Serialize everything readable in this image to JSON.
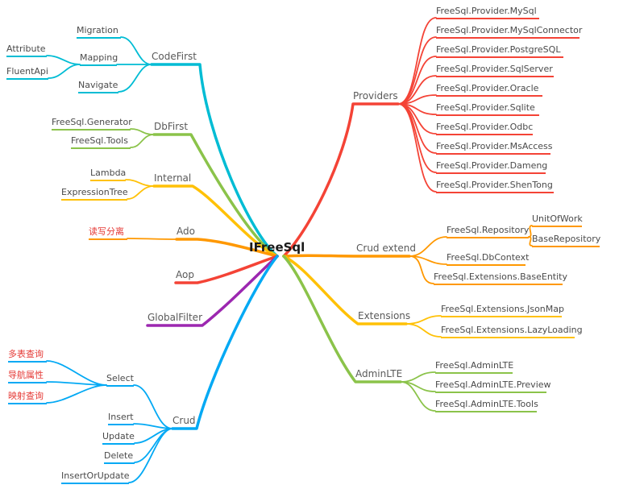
{
  "palette": {
    "cyan": "#00BCD4",
    "blue": "#03A9F4",
    "green": "#8BC34A",
    "yellow": "#FFC107",
    "orange": "#FF9800",
    "red": "#F44336",
    "purple": "#9C27B0",
    "text": "#4a4a4a",
    "topic_text": "#595959",
    "highlight_text": "#E53935"
  },
  "map": {
    "root": {
      "label": "IFreeSql"
    },
    "left": [
      {
        "label": "CodeFirst",
        "color": "#00BCD4",
        "children": [
          {
            "label": "Migration"
          },
          {
            "label": "Mapping",
            "children": [
              {
                "label": "Attribute"
              },
              {
                "label": "FluentApi"
              }
            ]
          },
          {
            "label": "Navigate"
          }
        ]
      },
      {
        "label": "DbFirst",
        "color": "#8BC34A",
        "children": [
          {
            "label": "FreeSql.Generator"
          },
          {
            "label": "FreeSql.Tools"
          }
        ]
      },
      {
        "label": "Internal",
        "color": "#FFC107",
        "children": [
          {
            "label": "Lambda"
          },
          {
            "label": "ExpressionTree"
          }
        ]
      },
      {
        "label": "Ado",
        "color": "#FF9800",
        "children": [
          {
            "label": "读写分离"
          }
        ]
      },
      {
        "label": "Aop",
        "color": "#F44336",
        "children": []
      },
      {
        "label": "GlobalFilter",
        "color": "#9C27B0",
        "children": []
      },
      {
        "label": "Crud",
        "color": "#03A9F4",
        "children": [
          {
            "label": "Select",
            "children": [
              {
                "label": "多表查询"
              },
              {
                "label": "导航属性"
              },
              {
                "label": "映射查询"
              }
            ]
          },
          {
            "label": "Insert"
          },
          {
            "label": "Update"
          },
          {
            "label": "Delete"
          },
          {
            "label": "InsertOrUpdate"
          }
        ]
      }
    ],
    "right": [
      {
        "label": "Providers",
        "color": "#F44336",
        "children": [
          {
            "label": "FreeSql.Provider.MySql"
          },
          {
            "label": "FreeSql.Provider.MySqlConnector"
          },
          {
            "label": "FreeSql.Provider.PostgreSQL"
          },
          {
            "label": "FreeSql.Provider.SqlServer"
          },
          {
            "label": "FreeSql.Provider.Oracle"
          },
          {
            "label": "FreeSql.Provider.Sqlite"
          },
          {
            "label": "FreeSql.Provider.Odbc"
          },
          {
            "label": "FreeSql.Provider.MsAccess"
          },
          {
            "label": "FreeSql.Provider.Dameng"
          },
          {
            "label": "FreeSql.Provider.ShenTong"
          }
        ]
      },
      {
        "label": "Crud extend",
        "color": "#FF9800",
        "children": [
          {
            "label": "FreeSql.Repository",
            "children": [
              {
                "label": "UnitOfWork"
              },
              {
                "label": "BaseRepository"
              }
            ]
          },
          {
            "label": "FreeSql.DbContext"
          },
          {
            "label": "FreeSql.Extensions.BaseEntity"
          }
        ]
      },
      {
        "label": "Extensions",
        "color": "#FFC107",
        "children": [
          {
            "label": "FreeSql.Extensions.JsonMap"
          },
          {
            "label": "FreeSql.Extensions.LazyLoading"
          }
        ]
      },
      {
        "label": "AdminLTE",
        "color": "#8BC34A",
        "children": [
          {
            "label": "FreeSql.AdminLTE"
          },
          {
            "label": "FreeSql.AdminLTE.Preview"
          },
          {
            "label": "FreeSql.AdminLTE.Tools"
          }
        ]
      }
    ]
  }
}
